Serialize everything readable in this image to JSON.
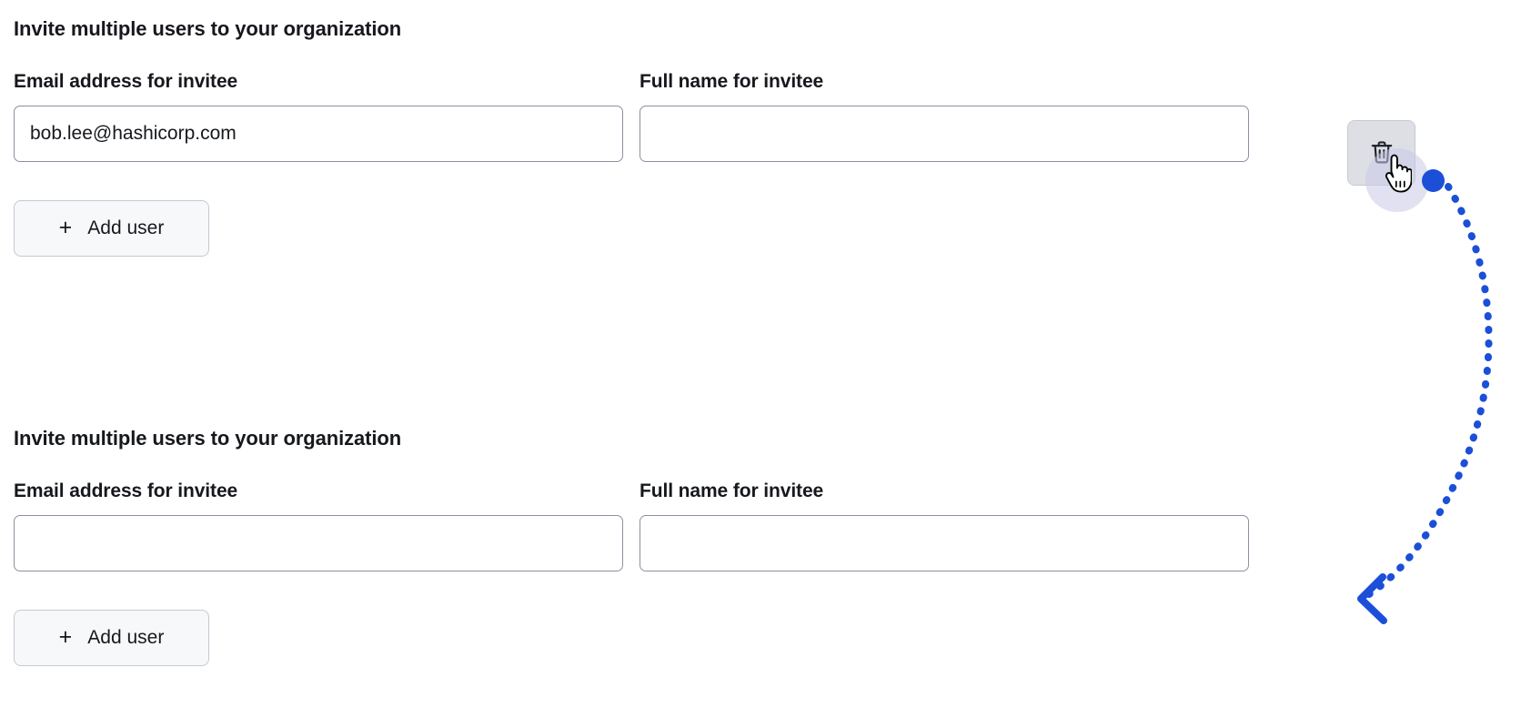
{
  "page": {
    "background": "#ffffff",
    "accent_blue": "#1b4fd8",
    "text_color": "#16181d",
    "input_border": "#8c90a0"
  },
  "blocks": [
    {
      "id": "top",
      "title": "Invite multiple users to your organization",
      "email_field": {
        "label": "Email address for invitee",
        "value": "bob.lee@hashicorp.com",
        "placeholder": ""
      },
      "fullname_field": {
        "label": "Full name for invitee",
        "value": "",
        "placeholder": ""
      },
      "delete_button": {
        "icon": "trash-icon",
        "label": "",
        "state": "hovered"
      },
      "add_user_button": {
        "icon": "plus-icon",
        "plus": "+",
        "label": "Add user"
      }
    },
    {
      "id": "bottom",
      "title": "Invite multiple users to your organization",
      "email_field": {
        "label": "Email address for invitee",
        "value": "",
        "placeholder": ""
      },
      "fullname_field": {
        "label": "Full name for invitee",
        "value": "",
        "placeholder": ""
      },
      "add_user_button": {
        "icon": "plus-icon",
        "plus": "+",
        "label": "Add user"
      }
    }
  ],
  "annotation": {
    "type": "dotted-curved-arrow",
    "color": "#1b4fd8",
    "start_marker": "filled-circle",
    "end_marker": "chevron-arrowhead-left",
    "from": "delete-button-top-block",
    "to": "bottom-block-fullname-field"
  },
  "cursor": {
    "type": "pointing-hand-cursor",
    "halo_color": "#c9c9e8"
  }
}
